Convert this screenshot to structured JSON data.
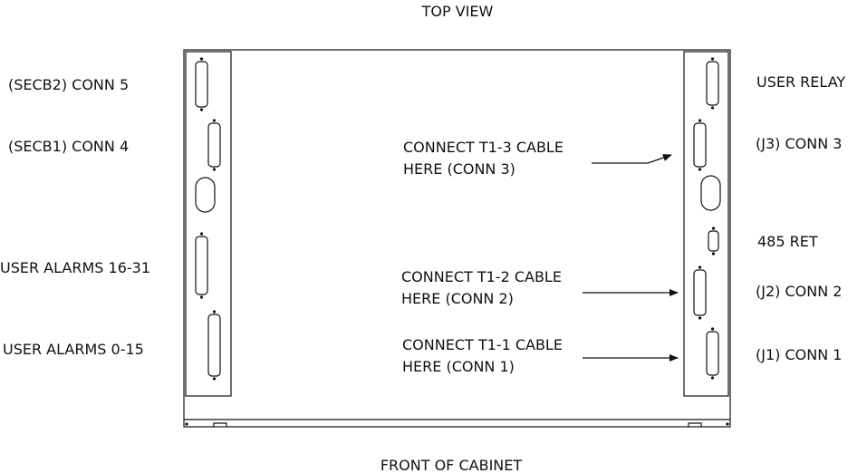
{
  "diagram": {
    "title": "TOP VIEW",
    "footer": "FRONT OF CABINET",
    "left_labels": {
      "secb2": "(SECB2)  CONN  5",
      "secb1": "(SECB1)  CONN  4",
      "alarms_16_31": "USER ALARMS 16-31",
      "alarms_0_15": "USER ALARMS  0-15"
    },
    "right_labels": {
      "user_relay": "USER RELAY",
      "j3": "(J3)  CONN  3",
      "ret485": "485 RET",
      "j2": "(J2)  CONN  2",
      "j1": "(J1)  CONN  1"
    },
    "callouts": {
      "t1_3": {
        "line1": "CONNECT T1-3 CABLE",
        "line2": "HERE  (CONN  3)"
      },
      "t1_2": {
        "line1": "CONNECT T1-2 CABLE",
        "line2": "HERE  (CONN  2)"
      },
      "t1_1": {
        "line1": "CONNECT T1-1 CABLE",
        "line2": "HERE  (CONN  1)"
      }
    },
    "colors": {
      "ink": "#111111",
      "background": "#ffffff"
    }
  }
}
